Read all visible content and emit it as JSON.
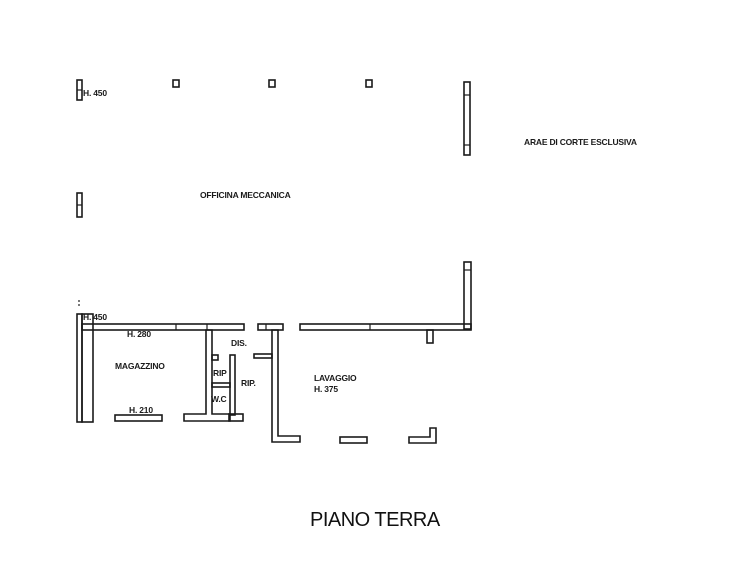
{
  "plan": {
    "title": "PIANO TERRA",
    "rooms": {
      "officina": "OFFICINA MECCANICA",
      "corte": "ARAE DI CORTE ESCLUSIVA",
      "magazzino": "MAGAZZINO",
      "lavaggio": "LAVAGGIO",
      "lavaggio_height": "H. 375",
      "dis": "DIS.",
      "rip_left": "RIP",
      "rip_right": "RIP.",
      "wc": "W.C"
    },
    "heights": {
      "top_left": "H. 450",
      "mid_left": "H. 450",
      "magazzino_top": "H. 280",
      "magazzino_bottom": "H. 210"
    }
  },
  "colors": {
    "ink": "#1a1a1a",
    "paper": "#ffffff"
  }
}
